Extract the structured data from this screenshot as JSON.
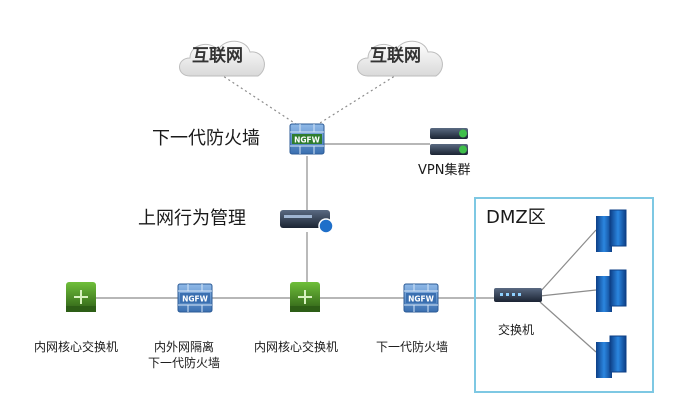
{
  "clouds": [
    {
      "label": "互联网"
    },
    {
      "label": "互联网"
    }
  ],
  "top_firewall": {
    "badge": "NGFW",
    "label": "下一代防火墙"
  },
  "vpn": {
    "label": "VPN集群"
  },
  "behavior_mgmt": {
    "label": "上网行为管理"
  },
  "dmz": {
    "title": "DMZ区",
    "switch_label": "交换机"
  },
  "bottom_row": {
    "core_left": {
      "label": "内网核心交换机"
    },
    "isolation_fw": {
      "badge": "NGFW",
      "label_line1": "内外网隔离",
      "label_line2": "下一代防火墙"
    },
    "core_center": {
      "label": "内网核心交换机"
    },
    "fw_right": {
      "badge": "NGFW",
      "label": "下一代防火墙"
    }
  },
  "colors": {
    "firewall_blue": "#3a6fb0",
    "firewall_light": "#6fa3dc",
    "switch_green": "#4e9a2a",
    "switch_dark": "#2d5e16",
    "server_blue": "#1f6fc9",
    "dmz_border": "#7ec8e3",
    "line_gray": "#8c8c8c"
  }
}
